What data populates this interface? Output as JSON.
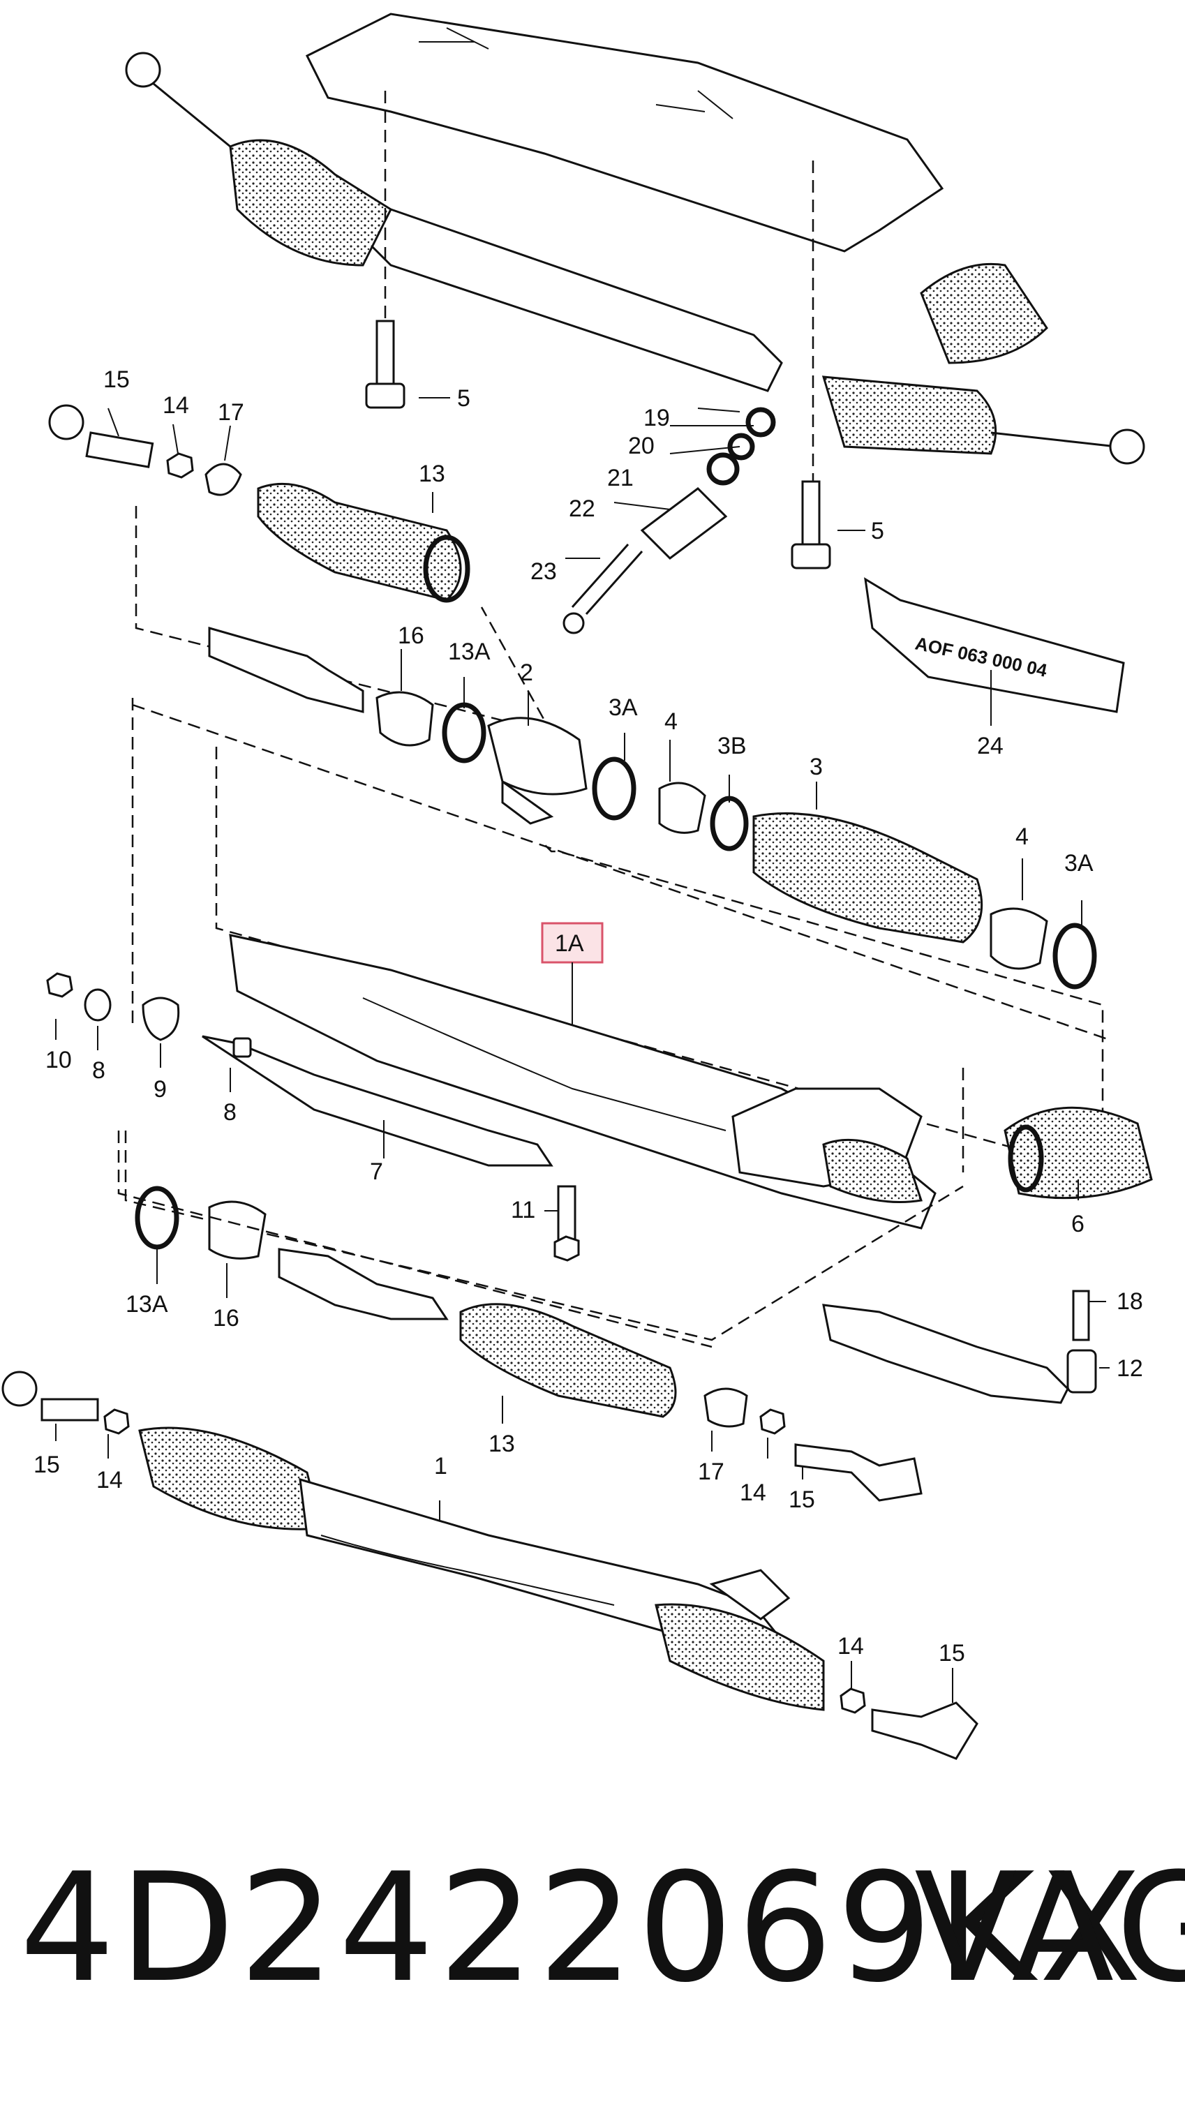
{
  "diagram": {
    "labels": {
      "c1": "1",
      "c1a": "1A",
      "c2": "2",
      "c3": "3",
      "c3a_1": "3A",
      "c3a_2": "3A",
      "c3b": "3B",
      "c4_1": "4",
      "c4_2": "4",
      "c5_1": "5",
      "c5_2": "5",
      "c6": "6",
      "c7": "7",
      "c8_1": "8",
      "c8_2": "8",
      "c9": "9",
      "c10": "10",
      "c11": "11",
      "c12": "12",
      "c13_1": "13",
      "c13_2": "13",
      "c13a_1": "13A",
      "c13a_2": "13A",
      "c14_1": "14",
      "c14_2": "14",
      "c14_3": "14",
      "c14_4": "14",
      "c15_1": "15",
      "c15_2": "15",
      "c15_3": "15",
      "c15_4": "15",
      "c16_1": "16",
      "c16_2": "16",
      "c17_1": "17",
      "c17_2": "17",
      "c18": "18",
      "c19": "19",
      "c20": "20",
      "c21": "21",
      "c22": "22",
      "c23": "23",
      "c24": "24"
    },
    "tube_text": "AOF 063 000 04",
    "highlight_color": "#d9536a"
  },
  "footer": {
    "part_number": "4D2422069KX",
    "brand": "VAG"
  }
}
